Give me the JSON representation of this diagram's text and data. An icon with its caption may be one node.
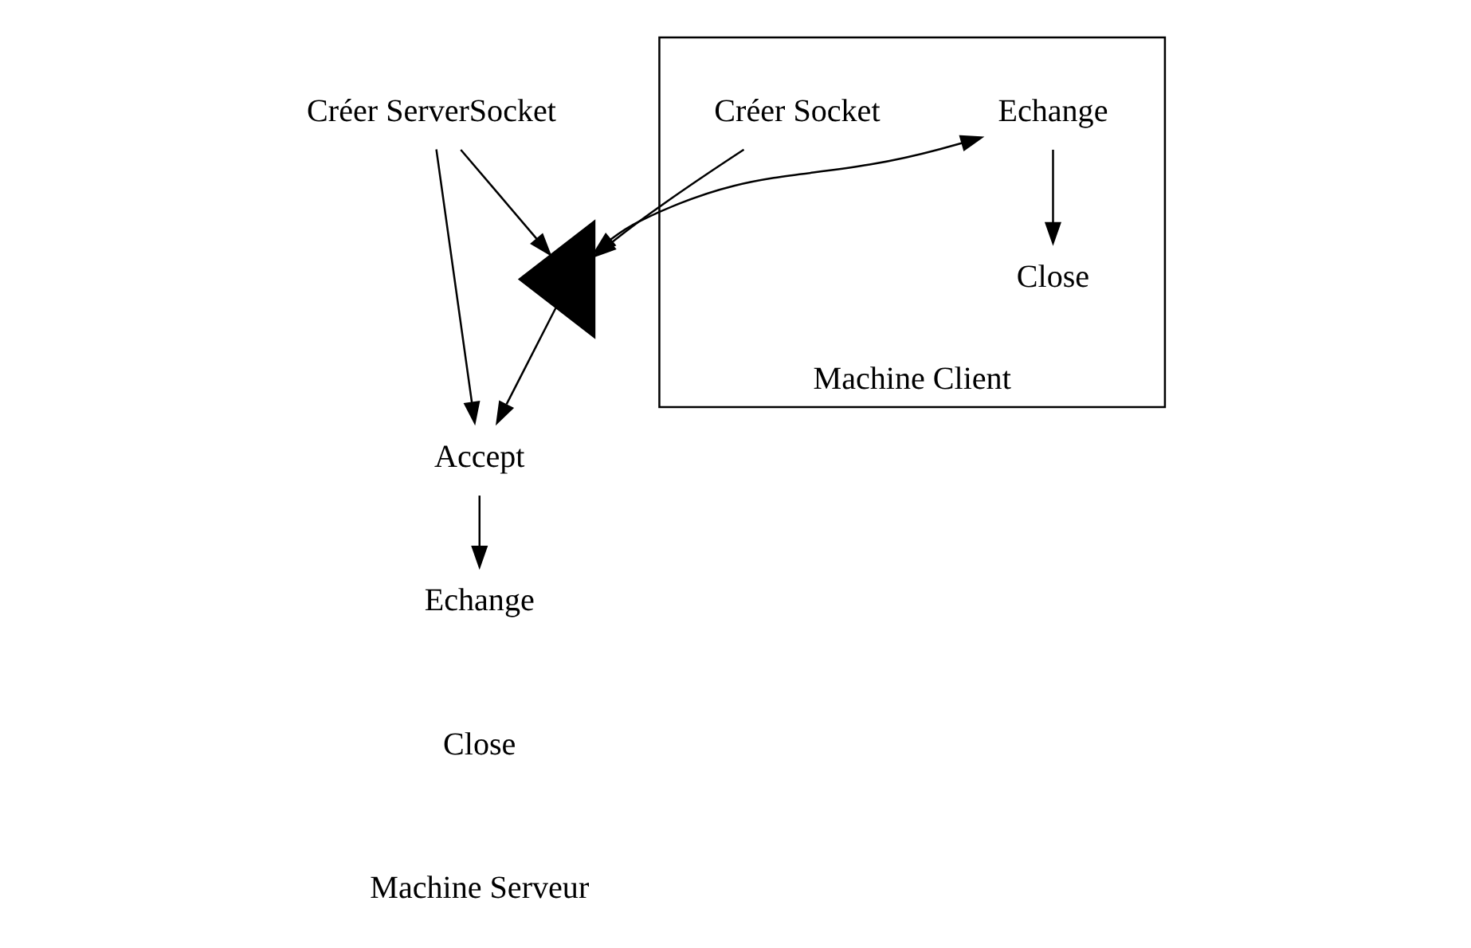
{
  "diagram": {
    "nodes": [
      {
        "text": [
          "Créer ServerSocket"
        ]
      },
      {
        "text": [
          "Accept"
        ]
      },
      {
        "text": [
          "Echange"
        ]
      },
      {
        "text": [
          "Close"
        ]
      },
      {
        "text": [
          "Machine Client"
        ]
      },
      {
        "text": [
          "Créer Socket"
        ],
        "in": 4
      },
      {
        "text": [
          "Echange"
        ],
        "in": 4
      },
      {
        "text": [
          "Close"
        ],
        "in": 4
      },
      {
        "text": [],
        "shape": "triangle"
      }
    ],
    "edges": [
      {
        "from": 0,
        "to": 1,
        "arrow": "to"
      },
      {
        "from": 0,
        "to": 8,
        "arrow": "to"
      },
      {
        "from": 8,
        "to": 1,
        "arrow": "to"
      },
      {
        "from": 1,
        "to": 2,
        "arrow": "to"
      },
      {
        "from": 5,
        "to": 8,
        "arrow": "to"
      },
      {
        "from": 8,
        "to": 6,
        "arrow": "both"
      },
      {
        "from": 6,
        "to": 7,
        "arrow": "to"
      }
    ],
    "labels": [
      "Machine Serveur"
    ]
  }
}
